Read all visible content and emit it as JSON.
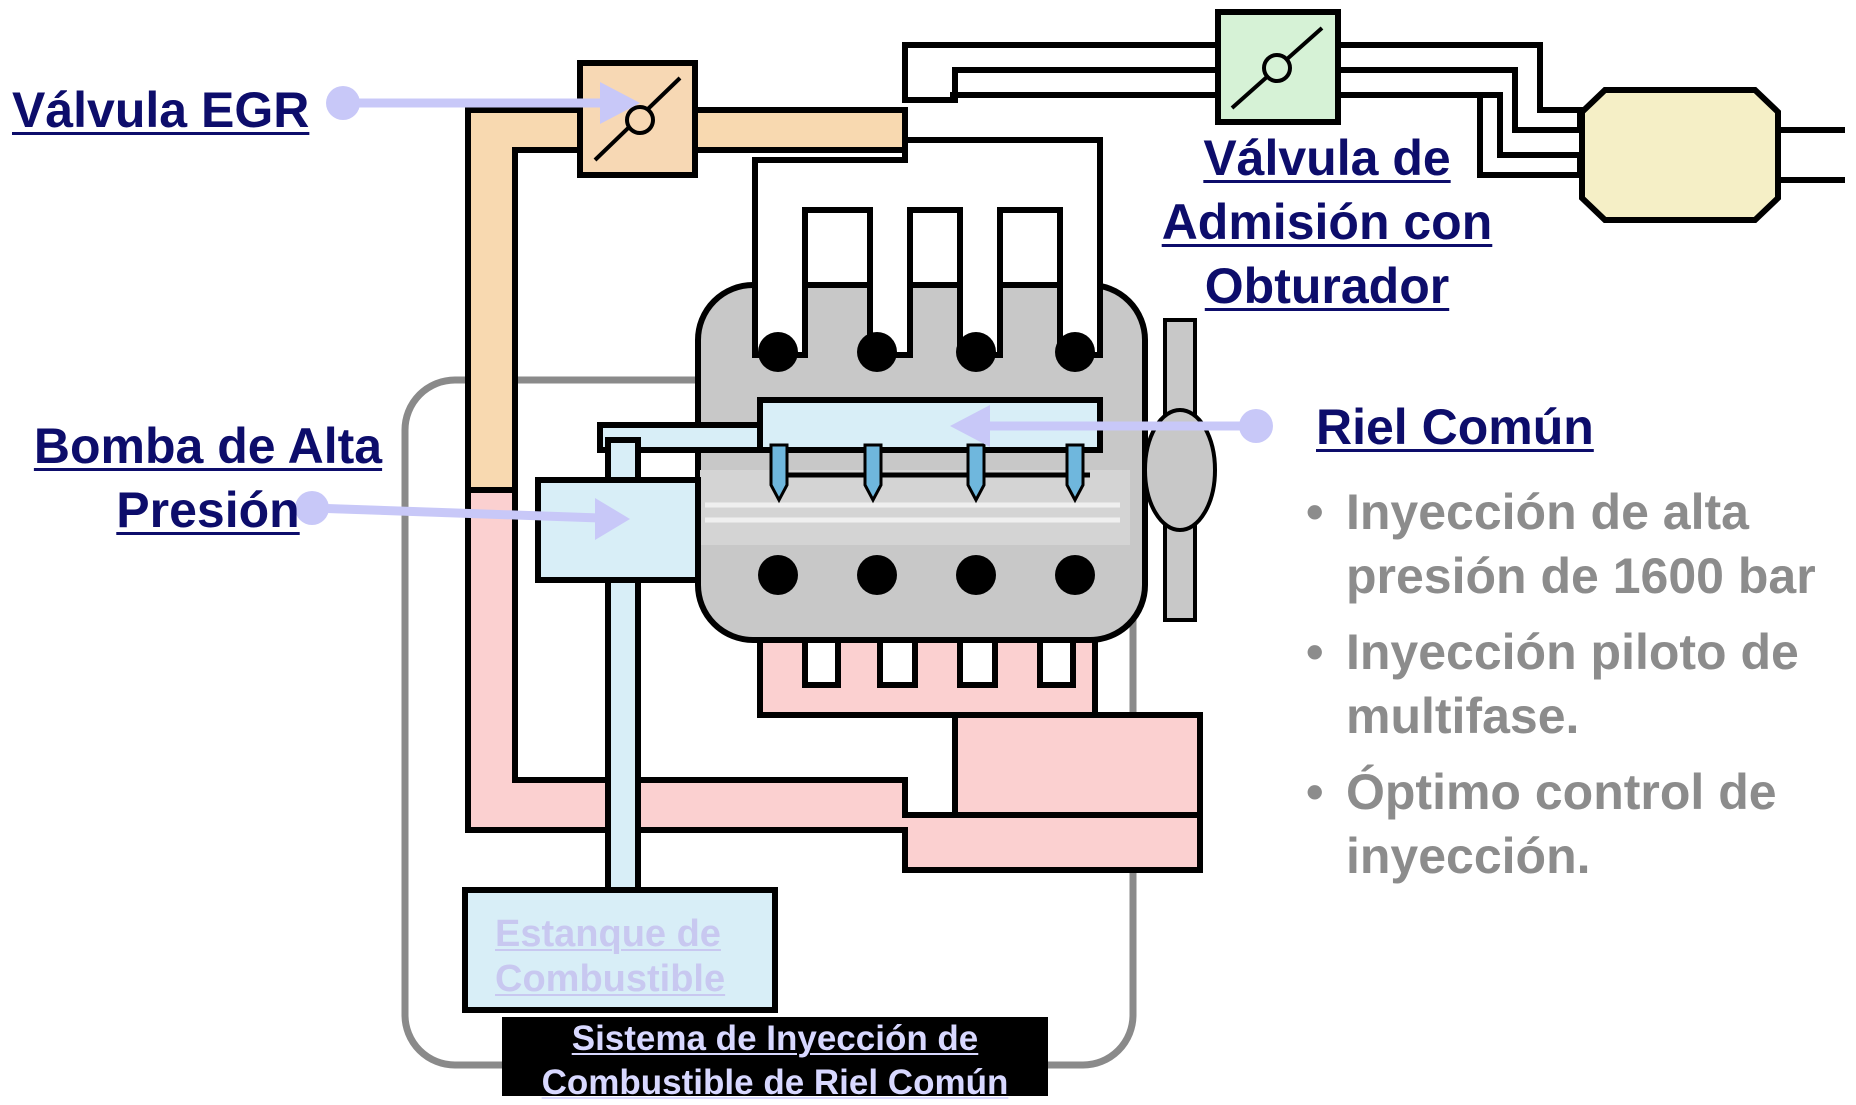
{
  "labels": {
    "egr_valve": "Válvula EGR",
    "intake_valve_line1": "Válvula de",
    "intake_valve_line2": "Admisión con",
    "intake_valve_line3": "Obturador",
    "pump_line1": "Bomba de Alta",
    "pump_line2": "Presión",
    "rail": "Riel Común",
    "tank_line1": "Estanque de",
    "tank_line2": "Combustible"
  },
  "caption": {
    "line1": "Sistema de Inyección de",
    "line2": "Combustible de Riel Común"
  },
  "bullets": [
    {
      "line1": "Inyección de alta",
      "line2": "presión de 1600 bar"
    },
    {
      "line1": "Inyección piloto de",
      "line2": "multifase."
    },
    {
      "line1": "Óptimo control de",
      "line2": "inyección."
    }
  ],
  "bullet_glyph": "•",
  "colors": {
    "label_text": "#0d0d6b",
    "bullet_text": "#8c8c8c",
    "egr_pipe": "#f8d9b0",
    "exhaust_pipe": "#fbd0d0",
    "fuel_line": "#d8eef7",
    "engine_block": "#c8c8c8",
    "valve_egr": "#f7d8b4",
    "valve_intake": "#d6f2d6",
    "filter": "#f5efc6",
    "pointer": "#c8c8f8",
    "boundary": "#8a8a8a"
  }
}
